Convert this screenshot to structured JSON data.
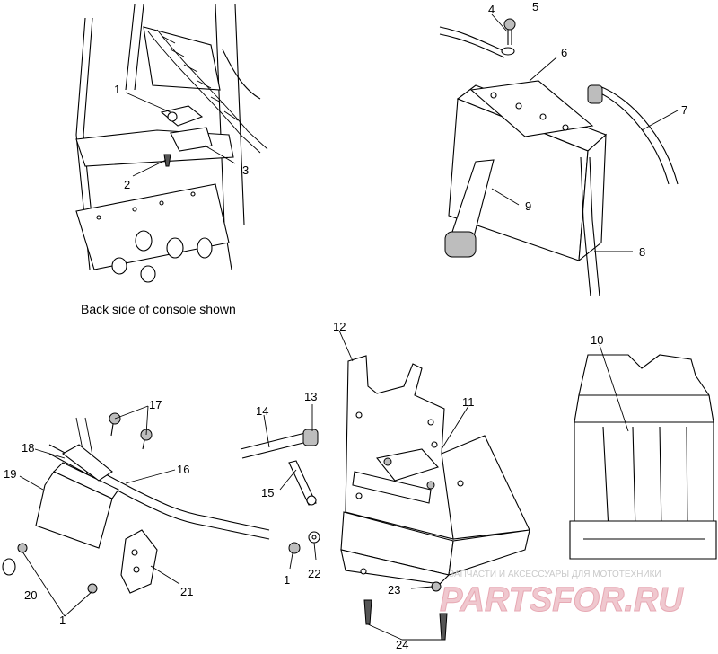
{
  "caption": "Back side of console shown",
  "watermark": {
    "tagline": "ЗАПЧАСТИ И АКСЕССУАРЫ ДЛЯ МОТОТЕХНИКИ",
    "brand": "PARTSFOR.RU"
  },
  "callouts": [
    "1",
    "2",
    "3",
    "4",
    "5",
    "6",
    "7",
    "8",
    "9",
    "10",
    "11",
    "12",
    "13",
    "14",
    "15",
    "16",
    "17",
    "18",
    "19",
    "20",
    "21",
    "22",
    "23",
    "24"
  ]
}
